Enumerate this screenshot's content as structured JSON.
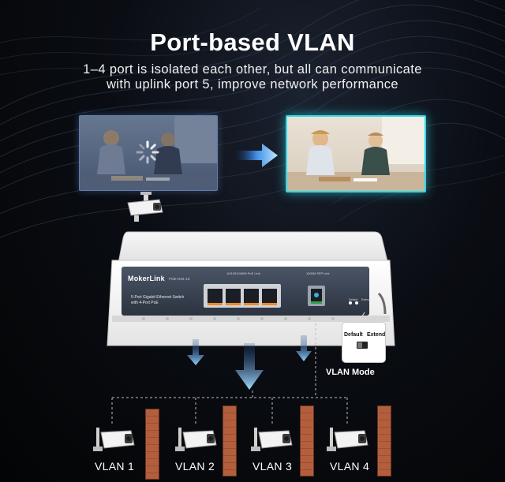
{
  "title": "Port-based VLAN",
  "subtitle_line1": "1–4 port is isolated each other, but all can communicate",
  "subtitle_line2": "with uplink port 5, improve network performance",
  "device": {
    "brand": "MokerLink",
    "model": "POE-G04-1S",
    "description_line1": "5-Port Gigabit Ethernet Switch",
    "description_line2": "with 4-Port PoE",
    "poe_ports_label": "10/100/1000M PoE Link",
    "uplink_label": "1000M SFP Link",
    "switch_default": "Default",
    "switch_extend": "Extend"
  },
  "mode_switch": {
    "default_label": "Default",
    "extend_label": "Extend",
    "caption": "VLAN Mode"
  },
  "vlans": [
    "VLAN 1",
    "VLAN 2",
    "VLAN 3",
    "VLAN 4"
  ],
  "colors": {
    "highlight": "#2fd8e8",
    "arrow": "#3f8fe6",
    "wall": "#a85a3a"
  }
}
